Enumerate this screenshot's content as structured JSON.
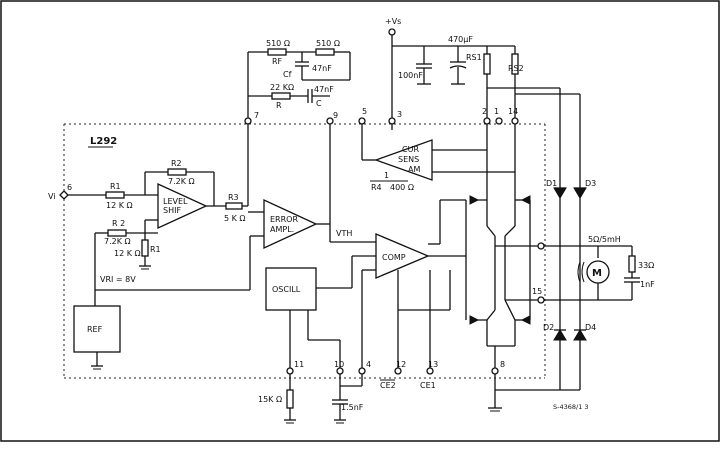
{
  "labels": {
    "chip": "L292",
    "vi": "Vi",
    "vs": "+Vs",
    "vth": "VTH",
    "vref": "VRI = 8V",
    "ref": "REF",
    "oscill": "OSCILL",
    "level_shift_1": "LEVEL",
    "level_shift_2": "SHIF",
    "error_1": "ERROR",
    "error_2": "AMPL.",
    "comp": "COMP",
    "cur_1": "CUR",
    "cur_2": "SENS",
    "cur_3": "AM",
    "gain_num": "1",
    "gain_den_l": "R4",
    "gain_den_r": "400 Ω",
    "motor": "M",
    "ce2": "CE2",
    "ce1": "CE1",
    "figure_code": "S-4368/1 3"
  },
  "components": {
    "r1_top": "R1",
    "r1_top_val": "12 K Ω",
    "r2_top": "R2",
    "r2_top_val": "7.2K Ω",
    "r2_bot": "R 2",
    "r2_bot_val": "7.2K Ω",
    "r1_bot": "R1",
    "r1_bot_val": "12 K Ω",
    "r3": "R3",
    "r3_val": "5 K Ω",
    "rf_val": "510 Ω",
    "rf": "RF",
    "r510b": "510 Ω",
    "cf": "Cf",
    "cf_val": "47nF",
    "r_val": "22 KΩ",
    "r": "R",
    "c47": "47nF",
    "c": "C",
    "c100": "100nF",
    "c470": "470µF",
    "rs1": "RS1",
    "rs2": "RS2",
    "motor_spec": "5Ω/5mH",
    "r33": "33Ω",
    "c1n": "1nF",
    "r15k": "15K Ω",
    "c15": "1.5nF",
    "d1": "D1",
    "d2": "D2",
    "d3": "D3",
    "d4": "D4"
  },
  "pins": {
    "p6": "6",
    "p7": "7",
    "p9": "9",
    "p5": "5",
    "p3": "3",
    "p2": "2",
    "p14": "14",
    "p1": "1",
    "p15": "15",
    "p11": "11",
    "p10": "10",
    "p4": "4",
    "p12": "12",
    "p13": "13",
    "p8": "8"
  }
}
